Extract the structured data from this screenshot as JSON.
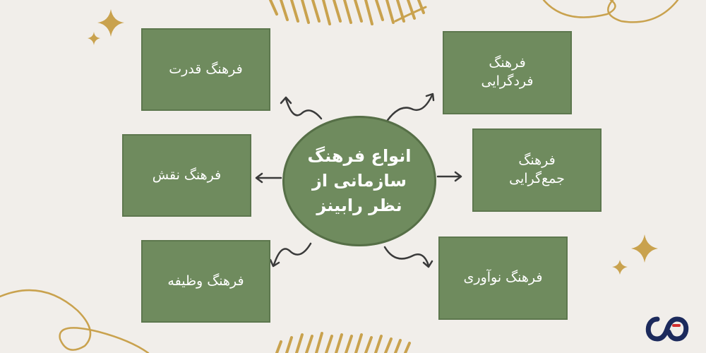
{
  "center_title": "انواع فرهنگ\nسازمانی از\nنظر رابینز",
  "boxes": {
    "power": "فرهنگ قدرت",
    "role": "فرهنگ نقش",
    "task": "فرهنگ وظیفه",
    "individualism": "فرهنگ\nفردگرایی",
    "collectivism": "فرهنگ\nجمع‌گرایی",
    "innovation": "فرهنگ نوآوری"
  },
  "colors": {
    "background": "#f1eeea",
    "box": "#6f8b5e",
    "accent_gold": "#c9a24e",
    "arrow": "#3a3a3a",
    "logo": "#1c2a5c"
  },
  "icons": [
    "sparkle-icon",
    "arrow-icon",
    "brand-logo-icon"
  ]
}
